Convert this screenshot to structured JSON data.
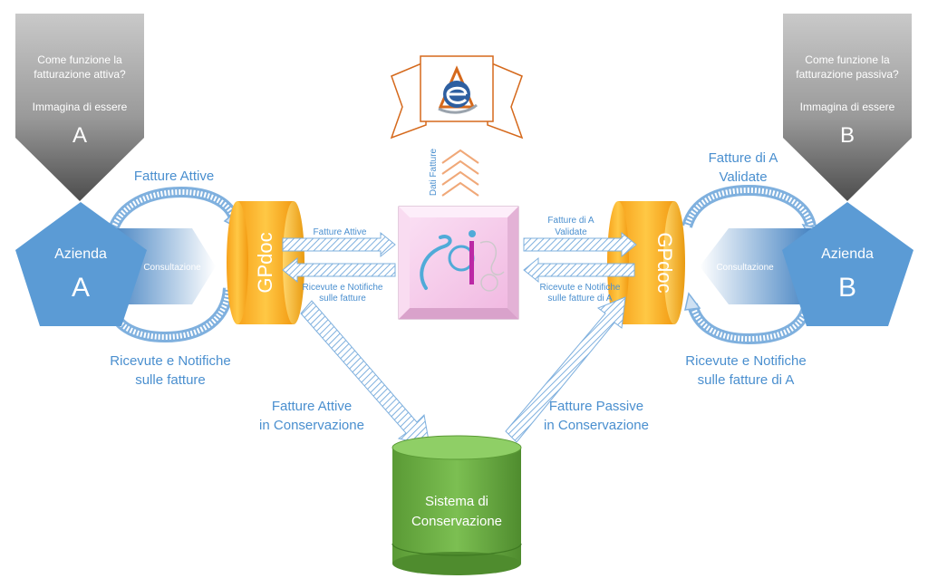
{
  "left_banner": {
    "question_line1": "Come funzione la",
    "question_line2": "fatturazione attiva?",
    "imagine": "Immagina di essere",
    "letter": "A"
  },
  "right_banner": {
    "question_line1": "Come funzione la",
    "question_line2": "fatturazione passiva?",
    "imagine": "Immagina di essere",
    "letter": "B"
  },
  "company_a": {
    "label": "Azienda",
    "letter": "A"
  },
  "company_b": {
    "label": "Azienda",
    "letter": "B"
  },
  "gpdoc_left": {
    "label": "GPdoc"
  },
  "gpdoc_right": {
    "label": "GPdoc"
  },
  "consultazione_left": "Consultazione",
  "consultazione_right": "Consultazione",
  "left_loop": {
    "top_label": "Fatture Attive",
    "bottom_line1": "Ricevute e Notifiche",
    "bottom_line2": "sulle fatture"
  },
  "right_loop": {
    "top_line1": "Fatture di A",
    "top_line2": "Validate",
    "bottom_line1": "Ricevute e Notifiche",
    "bottom_line2": "sulle fatture di A"
  },
  "sdi_links": {
    "left_out": "Fatture Attive",
    "left_in_line1": "Ricevute e Notifiche",
    "left_in_line2": "sulle fatture",
    "right_out_line1": "Fatture di A",
    "right_out_line2": "Validate",
    "right_in_line1": "Ricevute e Notifiche",
    "right_in_line2": "sulle fatture di A"
  },
  "dati_fatture": "Dati Fatture",
  "sdi_logo_text": "sdi",
  "storage_links": {
    "left_line1": "Fatture Attive",
    "left_line2": "in Conservazione",
    "right_line1": "Fatture Passive",
    "right_line2": "in Conservazione"
  },
  "storage": {
    "line1": "Sistema di",
    "line2": "Conservazione"
  },
  "colors": {
    "blue": "#5b9bd5",
    "gold": "#fcb43a",
    "green": "#70ad47",
    "grey": "#8c8c8c",
    "pink": "#f4c9e9",
    "link_text": "#4a8fcf"
  }
}
